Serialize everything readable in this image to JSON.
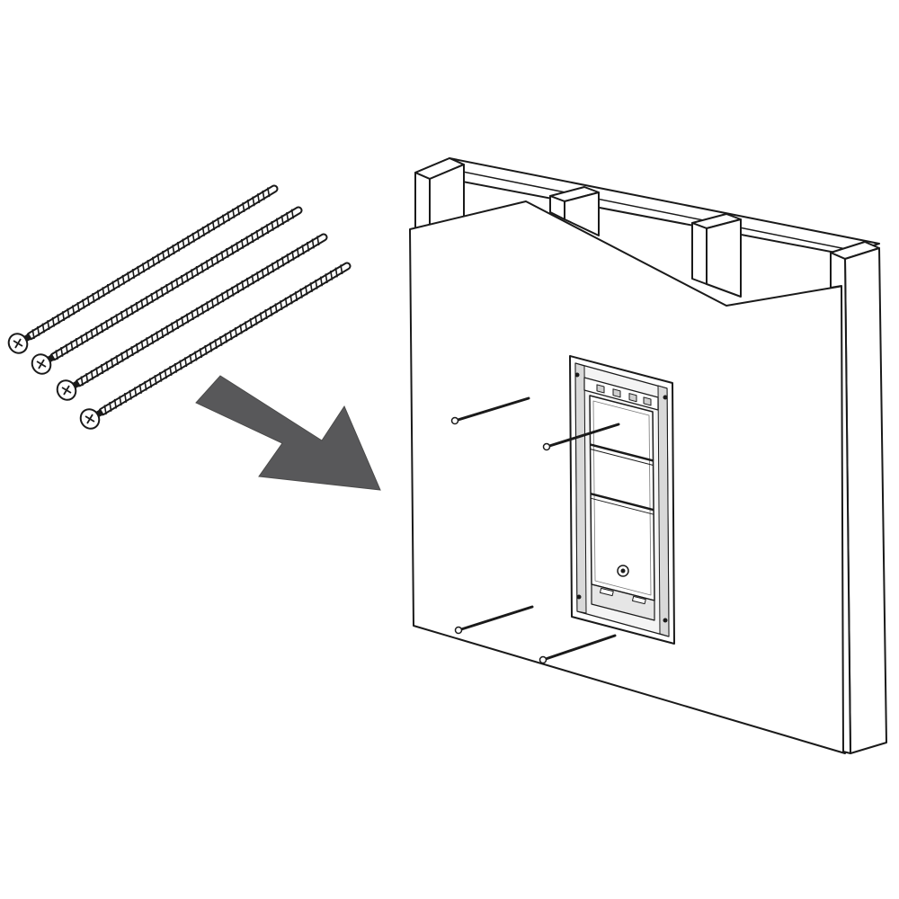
{
  "colors": {
    "line": "#1a1a1a",
    "arrow": "#58585a",
    "fill": "#ffffff",
    "frame_shade": "#d9d9d9"
  },
  "icons": {
    "screw": "screw-icon",
    "arrow": "arrow-right-down-icon"
  },
  "screws": {
    "count": 4
  },
  "wall": {
    "stud_count": 4
  },
  "pet_door": {
    "panel_count": 3
  },
  "installed_screws": {
    "count": 4
  }
}
